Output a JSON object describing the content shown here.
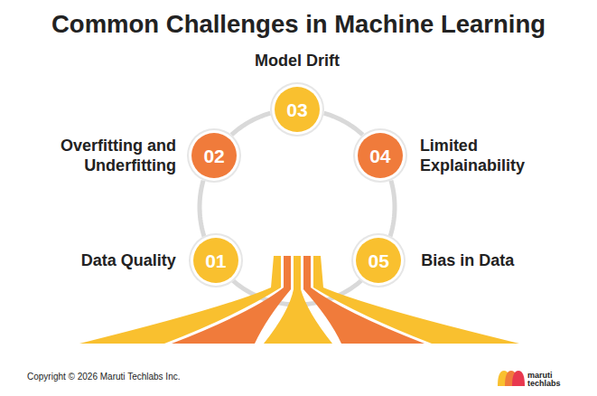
{
  "diagram": {
    "title": "Common Challenges in Machine Learning",
    "nodes": [
      {
        "text": [
          "01",
          "Data Quality"
        ]
      },
      {
        "text": [
          "02",
          "Overfitting and Underfitting"
        ]
      },
      {
        "text": [
          "03",
          "Model Drift"
        ]
      },
      {
        "text": [
          "04",
          "Limited Explainability"
        ]
      },
      {
        "text": [
          "05",
          "Bias in Data"
        ]
      }
    ],
    "edges": [
      {
        "from": 0,
        "to": 1,
        "arrow": "none"
      },
      {
        "from": 1,
        "to": 2,
        "arrow": "none"
      },
      {
        "from": 2,
        "to": 3,
        "arrow": "none"
      },
      {
        "from": 3,
        "to": 4,
        "arrow": "none"
      }
    ],
    "labels": [
      "Copyright © 2026 Maruti Techlabs Inc.",
      "maruti",
      "techlabs"
    ]
  }
}
